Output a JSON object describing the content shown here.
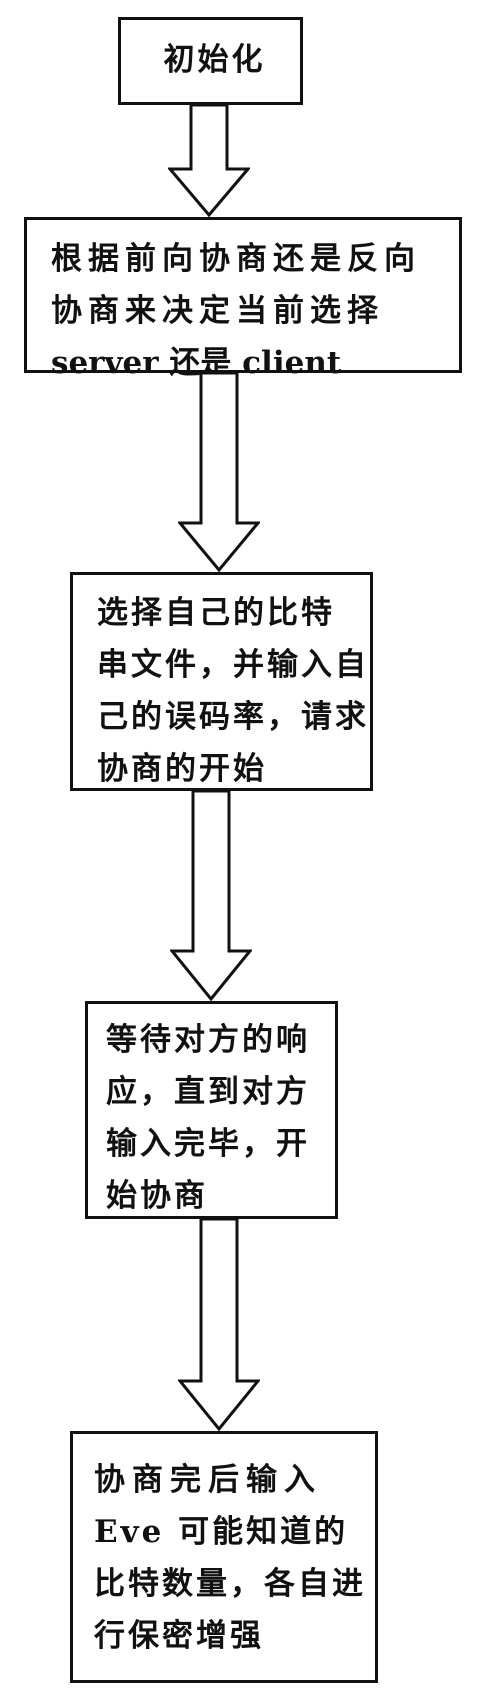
{
  "flowchart": {
    "steps": [
      {
        "lines": [
          "初始化"
        ]
      },
      {
        "lines": [
          "根据前向协商还是反向",
          "协商来决定当前选择",
          "server 还是 client"
        ]
      },
      {
        "lines": [
          "选择自己的比特",
          "串文件，并输入自",
          "己的误码率，请求",
          "协商的开始"
        ]
      },
      {
        "lines": [
          "等待对方的响",
          "应，直到对方",
          "输入完毕，开",
          "始协商"
        ]
      },
      {
        "lines": [
          "协商完后输入",
          "Eve 可能知道的",
          "比特数量，各自进",
          "行保密增强"
        ]
      }
    ]
  }
}
